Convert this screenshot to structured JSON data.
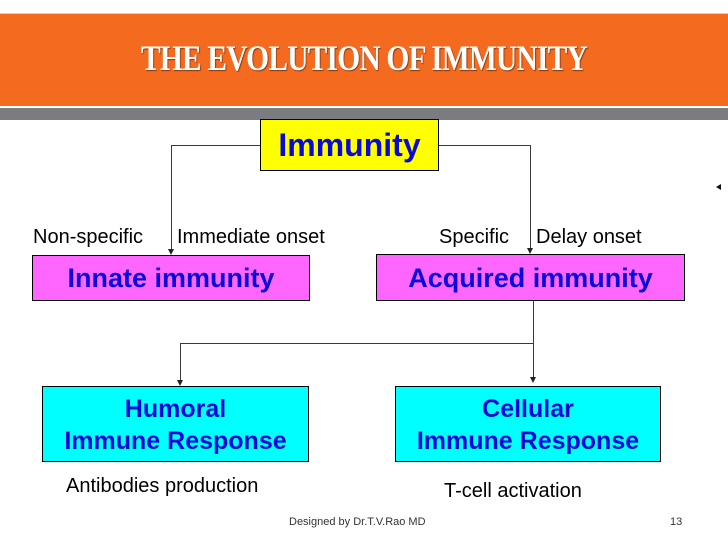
{
  "slide": {
    "title": "THE EVOLUTION OF IMMUNITY",
    "footer_credit": "Designed by Dr.T.V.Rao MD",
    "page_number": "13"
  },
  "colors": {
    "header_orange": "#f46a1f",
    "header_gray_bar": "#7b7c80",
    "root_box_fill": "#ffff00",
    "level1_box_fill": "#ff66ff",
    "level2_box_fill": "#00ffff",
    "box_text": "#0a0ad8"
  },
  "diagram": {
    "root": {
      "label": "Immunity"
    },
    "branches": [
      {
        "label": "Innate immunity",
        "annotation_left": "Non-specific",
        "annotation_right": "Immediate onset"
      },
      {
        "label": "Acquired immunity",
        "annotation_left": "Specific",
        "annotation_right": "Delay onset",
        "children": [
          {
            "line1": "Humoral",
            "line2": "Immune Response",
            "caption": "Antibodies production"
          },
          {
            "line1": "Cellular",
            "line2": "Immune Response",
            "caption": "T-cell activation"
          }
        ]
      }
    ]
  }
}
